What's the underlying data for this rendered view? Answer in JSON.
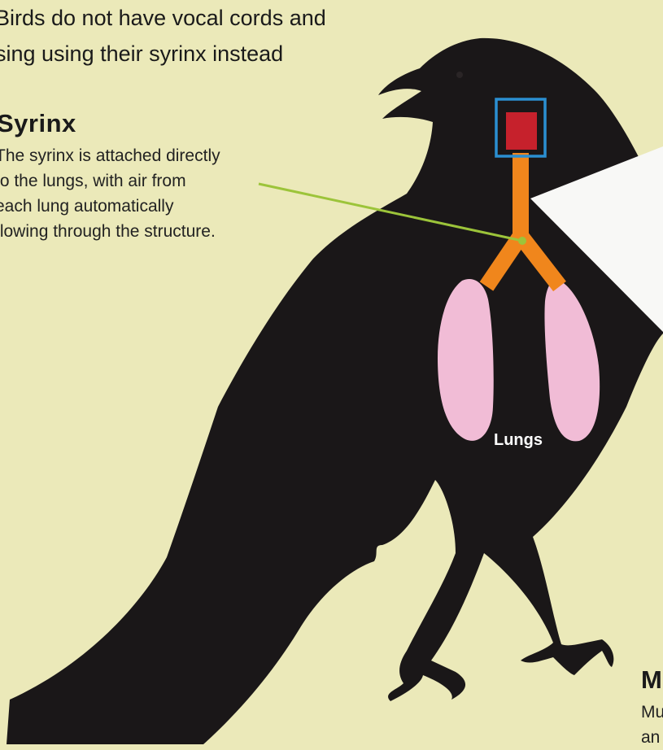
{
  "headline": {
    "line1": "Birds do not have vocal cords and",
    "line2": "sing using their syrinx instead"
  },
  "syrinx": {
    "title": "Syrinx",
    "lines": [
      "The syrinx is attached directly",
      "to the lungs, with air from",
      "each lung automatically",
      "flowing through the structure."
    ]
  },
  "lungs": {
    "label": "Lungs"
  },
  "corner_section": {
    "title": "M",
    "lines": [
      "Mu",
      "an"
    ]
  },
  "colors": {
    "background": "#ebe9b9",
    "bird": "#1a1718",
    "trachea": "#f0861c",
    "syrinx_box": "#c6212c",
    "syrinx_frame": "#2b8fd1",
    "lung": "#f1bcd6",
    "pointer_line": "#9cc43a",
    "callout": "#f8f8f6"
  }
}
